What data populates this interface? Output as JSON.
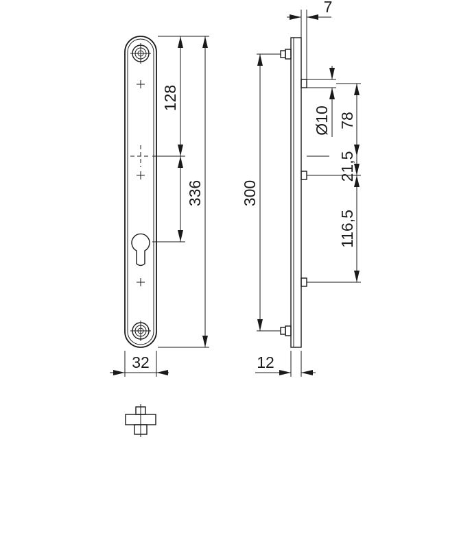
{
  "dimensions": {
    "thickness_top": "7",
    "hole_spacing_upper": "128",
    "overall_length": "336",
    "fixing_length": "300",
    "pin_diameter": "Ø10",
    "pin_spacing_upper": "78",
    "offset_small": "21,5",
    "pin_spacing_lower": "116,5",
    "width": "32",
    "depth": "12"
  },
  "colors": {
    "line": "#1a1a1a",
    "background": "#ffffff"
  }
}
